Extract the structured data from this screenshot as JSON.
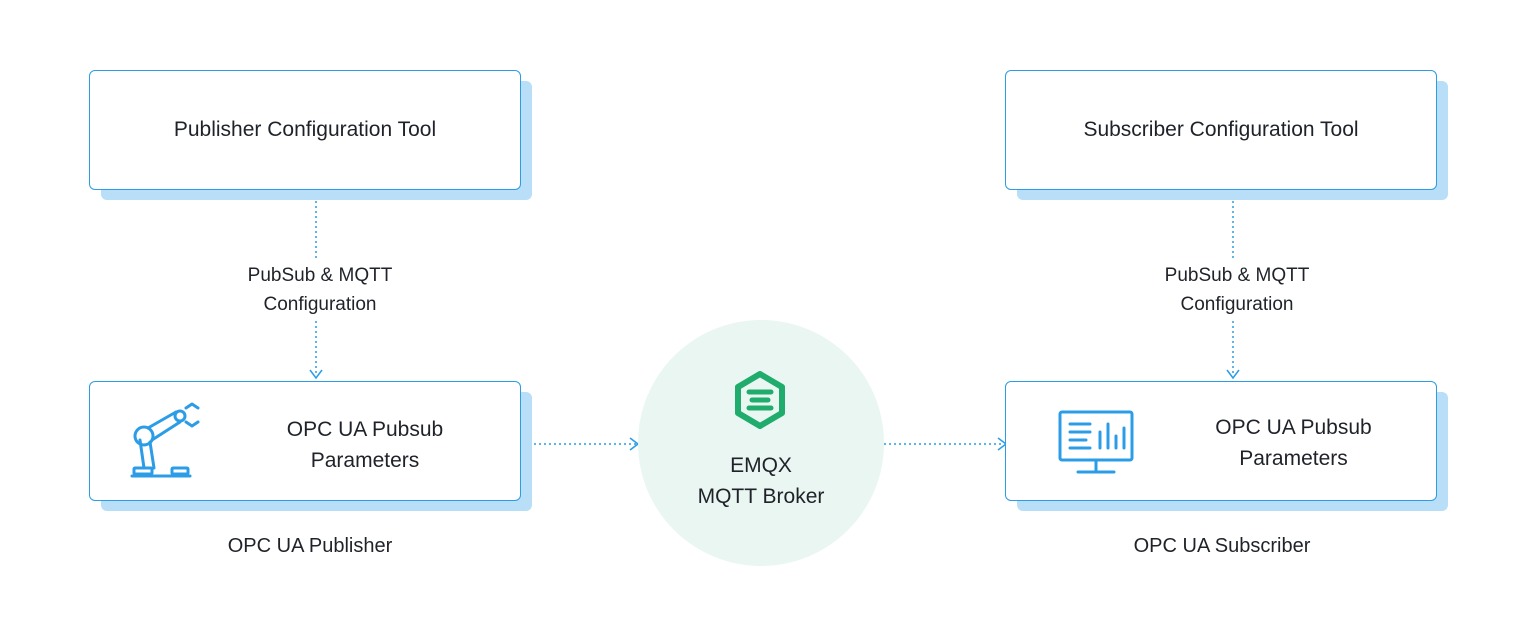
{
  "publisher_tool": {
    "title": "Publisher Configuration Tool"
  },
  "subscriber_tool": {
    "title": "Subscriber Configuration Tool"
  },
  "publisher_edge": {
    "line1": "PubSub & MQTT",
    "line2": "Configuration"
  },
  "subscriber_edge": {
    "line1": "PubSub & MQTT",
    "line2": "Configuration"
  },
  "publisher": {
    "param_line1": "OPC UA Pubsub",
    "param_line2": "Parameters",
    "caption": "OPC UA Publisher",
    "icon": "robot-arm-icon"
  },
  "subscriber": {
    "param_line1": "OPC UA Pubsub",
    "param_line2": "Parameters",
    "caption": "OPC UA Subscriber",
    "icon": "monitor-chart-icon"
  },
  "broker": {
    "line1": "EMQX",
    "line2": "MQTT Broker",
    "icon": "emqx-logo-icon"
  },
  "colors": {
    "accent_blue": "#2b9ce6",
    "shadow_blue": "#b9def7",
    "broker_bg": "#eaf6f1",
    "emqx_green": "#1fac6c"
  }
}
